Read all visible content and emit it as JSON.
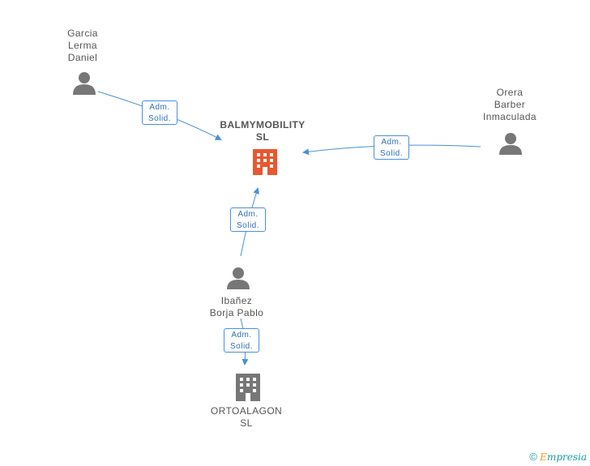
{
  "nodes": {
    "garcia": {
      "name": "Garcia\nLerma\nDaniel"
    },
    "orera": {
      "name": "Orera\nBarber\nInmaculada"
    },
    "ibanez": {
      "name": "Ibañez\nBorja Pablo"
    },
    "balmymobility": {
      "name": "BALMYMOBILITY\nSL",
      "color": "#e8572f"
    },
    "ortoalagon": {
      "name": "ORTOALAGON\nSL",
      "color": "#777777"
    }
  },
  "relations": {
    "garcia_balmy": "Adm.\nSolid.",
    "orera_balmy": "Adm.\nSolid.",
    "ibanez_balmy": "Adm.\nSolid.",
    "ibanez_orto": "Adm.\nSolid."
  },
  "colors": {
    "edge": "#4a90d9",
    "person": "#777777"
  },
  "footer": {
    "copyright": "©",
    "brand_first": "E",
    "brand_rest": "mpresia"
  }
}
